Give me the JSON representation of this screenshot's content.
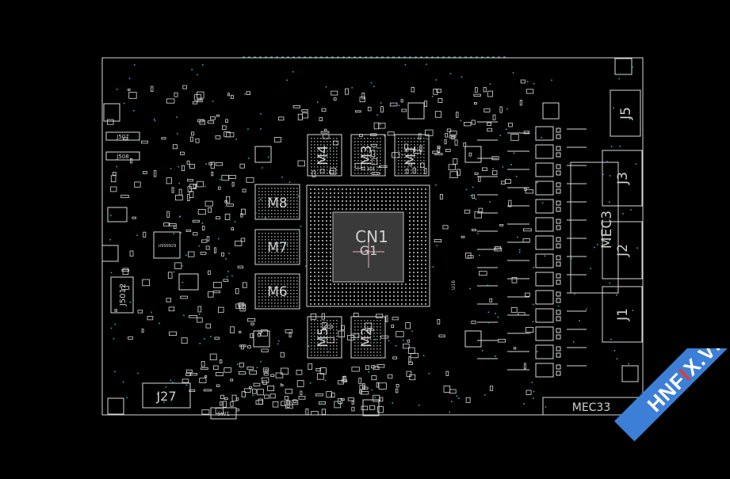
{
  "board": {
    "colors": {
      "background": "#000000",
      "outline": "#d9d9d9",
      "silk": "#cfcfcf",
      "via": "#39a6c6"
    },
    "labels": {
      "gpu": "CN1",
      "gpu_sub": "G1",
      "m1": "M1",
      "m2": "M2",
      "m3": "M3",
      "m4": "M4",
      "m5": "M5",
      "m6": "M6",
      "m7": "M7",
      "m8": "M8",
      "j1": "J1",
      "j2": "J2",
      "j3": "J3",
      "j5": "J5",
      "j27": "J27",
      "j5012": "J5012",
      "mec33": "MEC33",
      "mec3": "MEC3",
      "sw1": "SW1",
      "u_small": "U999929",
      "j507": "J507",
      "j508": "J508",
      "u16": "U16"
    }
  },
  "watermark": {
    "prefix": "HNF",
    "accent": "I",
    "suffix": "X.VN",
    "color": "#3d7fd6"
  }
}
